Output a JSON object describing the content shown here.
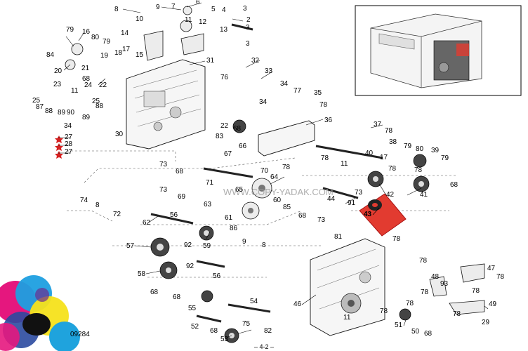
{
  "page_footer": "– 4-2 –",
  "watermark": "WWW.COPY-YADAK.COM",
  "code_label": "09284",
  "highlighted_part": "43",
  "colors": {
    "highlight": "#e23b30",
    "red_star": "#d62020"
  },
  "callouts": [
    {
      "id": "c8a",
      "text": "8"
    },
    {
      "id": "c9a",
      "text": "9"
    },
    {
      "id": "c7a",
      "text": "7"
    },
    {
      "id": "c6",
      "text": "6"
    },
    {
      "id": "c5",
      "text": "5"
    },
    {
      "id": "c4",
      "text": "4"
    },
    {
      "id": "c3a",
      "text": "3"
    },
    {
      "id": "c2",
      "text": "2"
    },
    {
      "id": "c10",
      "text": "10"
    },
    {
      "id": "c11a",
      "text": "11"
    },
    {
      "id": "c12",
      "text": "12"
    },
    {
      "id": "c13",
      "text": "13"
    },
    {
      "id": "c3b",
      "text": "3"
    },
    {
      "id": "c3c",
      "text": "3"
    },
    {
      "id": "c14",
      "text": "14"
    },
    {
      "id": "c15",
      "text": "15"
    },
    {
      "id": "c79a",
      "text": "79"
    },
    {
      "id": "c16",
      "text": "16"
    },
    {
      "id": "c80a",
      "text": "80"
    },
    {
      "id": "c79b",
      "text": "79"
    },
    {
      "id": "c84",
      "text": "84"
    },
    {
      "id": "c19",
      "text": "19"
    },
    {
      "id": "c17a",
      "text": "17"
    },
    {
      "id": "c18",
      "text": "18"
    },
    {
      "id": "c20",
      "text": "20"
    },
    {
      "id": "c21",
      "text": "21"
    },
    {
      "id": "c68a",
      "text": "68"
    },
    {
      "id": "c22a",
      "text": "22"
    },
    {
      "id": "c23",
      "text": "23"
    },
    {
      "id": "c24",
      "text": "24"
    },
    {
      "id": "c11b",
      "text": "11"
    },
    {
      "id": "c25a",
      "text": "25"
    },
    {
      "id": "c87",
      "text": "87"
    },
    {
      "id": "c25b",
      "text": "25"
    },
    {
      "id": "c88a",
      "text": "88"
    },
    {
      "id": "c89a",
      "text": "89"
    },
    {
      "id": "c90",
      "text": "90"
    },
    {
      "id": "c88b",
      "text": "88"
    },
    {
      "id": "c89b",
      "text": "89"
    },
    {
      "id": "c34a",
      "text": "34"
    },
    {
      "id": "c30",
      "text": "30"
    },
    {
      "id": "c27a",
      "text": "27"
    },
    {
      "id": "c28",
      "text": "28"
    },
    {
      "id": "c27b",
      "text": "27"
    },
    {
      "id": "c31",
      "text": "31"
    },
    {
      "id": "c32",
      "text": "32"
    },
    {
      "id": "c33",
      "text": "33"
    },
    {
      "id": "c76",
      "text": "76"
    },
    {
      "id": "c34b",
      "text": "34"
    },
    {
      "id": "c77",
      "text": "77"
    },
    {
      "id": "c35",
      "text": "35"
    },
    {
      "id": "c34c",
      "text": "34"
    },
    {
      "id": "c78a",
      "text": "78"
    },
    {
      "id": "c22b",
      "text": "22"
    },
    {
      "id": "c68b",
      "text": "68"
    },
    {
      "id": "c83",
      "text": "83"
    },
    {
      "id": "c66",
      "text": "66"
    },
    {
      "id": "c67",
      "text": "67"
    },
    {
      "id": "c36",
      "text": "36"
    },
    {
      "id": "c37",
      "text": "37"
    },
    {
      "id": "c78b",
      "text": "78"
    },
    {
      "id": "c38",
      "text": "38"
    },
    {
      "id": "c79c",
      "text": "79"
    },
    {
      "id": "c80b",
      "text": "80"
    },
    {
      "id": "c39",
      "text": "39"
    },
    {
      "id": "c79d",
      "text": "79"
    },
    {
      "id": "c78c",
      "text": "78"
    },
    {
      "id": "c40",
      "text": "40"
    },
    {
      "id": "c17b",
      "text": "17"
    },
    {
      "id": "c78d",
      "text": "78"
    },
    {
      "id": "c11c",
      "text": "11"
    },
    {
      "id": "c78e",
      "text": "78"
    },
    {
      "id": "c73a",
      "text": "73"
    },
    {
      "id": "c68c",
      "text": "68"
    },
    {
      "id": "c70",
      "text": "70"
    },
    {
      "id": "c78f",
      "text": "78"
    },
    {
      "id": "c71",
      "text": "71"
    },
    {
      "id": "c64",
      "text": "64"
    },
    {
      "id": "c73b",
      "text": "73"
    },
    {
      "id": "c69",
      "text": "69"
    },
    {
      "id": "c65",
      "text": "65"
    },
    {
      "id": "c73c",
      "text": "73"
    },
    {
      "id": "c44",
      "text": "44"
    },
    {
      "id": "c42",
      "text": "42"
    },
    {
      "id": "c41",
      "text": "41"
    },
    {
      "id": "c68d",
      "text": "68"
    },
    {
      "id": "c74",
      "text": "74"
    },
    {
      "id": "c8b",
      "text": "8"
    },
    {
      "id": "c72",
      "text": "72"
    },
    {
      "id": "c63",
      "text": "63"
    },
    {
      "id": "c60",
      "text": "60"
    },
    {
      "id": "c85",
      "text": "85"
    },
    {
      "id": "c91",
      "text": "91"
    },
    {
      "id": "c43",
      "text": "43"
    },
    {
      "id": "c56a",
      "text": "56"
    },
    {
      "id": "c61",
      "text": "61"
    },
    {
      "id": "c68e",
      "text": "68"
    },
    {
      "id": "c62",
      "text": "62"
    },
    {
      "id": "c86",
      "text": "86"
    },
    {
      "id": "c73d",
      "text": "73"
    },
    {
      "id": "c57",
      "text": "57"
    },
    {
      "id": "c92a",
      "text": "92"
    },
    {
      "id": "c59",
      "text": "59"
    },
    {
      "id": "c9b",
      "text": "9"
    },
    {
      "id": "c8c",
      "text": "8"
    },
    {
      "id": "c81",
      "text": "81"
    },
    {
      "id": "c78g",
      "text": "78"
    },
    {
      "id": "c58",
      "text": "58"
    },
    {
      "id": "c92b",
      "text": "92"
    },
    {
      "id": "c56b",
      "text": "56"
    },
    {
      "id": "c78h",
      "text": "78"
    },
    {
      "id": "c68f",
      "text": "68"
    },
    {
      "id": "c93",
      "text": "93"
    },
    {
      "id": "c47",
      "text": "47"
    },
    {
      "id": "c78i",
      "text": "78"
    },
    {
      "id": "c48",
      "text": "48"
    },
    {
      "id": "c78j",
      "text": "78"
    },
    {
      "id": "c78k",
      "text": "78"
    },
    {
      "id": "c78l",
      "text": "78"
    },
    {
      "id": "c68g",
      "text": "68"
    },
    {
      "id": "c55",
      "text": "55"
    },
    {
      "id": "c54",
      "text": "54"
    },
    {
      "id": "c46",
      "text": "46"
    },
    {
      "id": "c49",
      "text": "49"
    },
    {
      "id": "c78m",
      "text": "78"
    },
    {
      "id": "c75",
      "text": "75"
    },
    {
      "id": "c52",
      "text": "52"
    },
    {
      "id": "c68h",
      "text": "68"
    },
    {
      "id": "c82",
      "text": "82"
    },
    {
      "id": "c11d",
      "text": "11"
    },
    {
      "id": "c51",
      "text": "51"
    },
    {
      "id": "c50",
      "text": "50"
    },
    {
      "id": "c78n",
      "text": "78"
    },
    {
      "id": "c68i",
      "text": "68"
    },
    {
      "id": "c29",
      "text": "29"
    },
    {
      "id": "c53",
      "text": "53"
    }
  ]
}
